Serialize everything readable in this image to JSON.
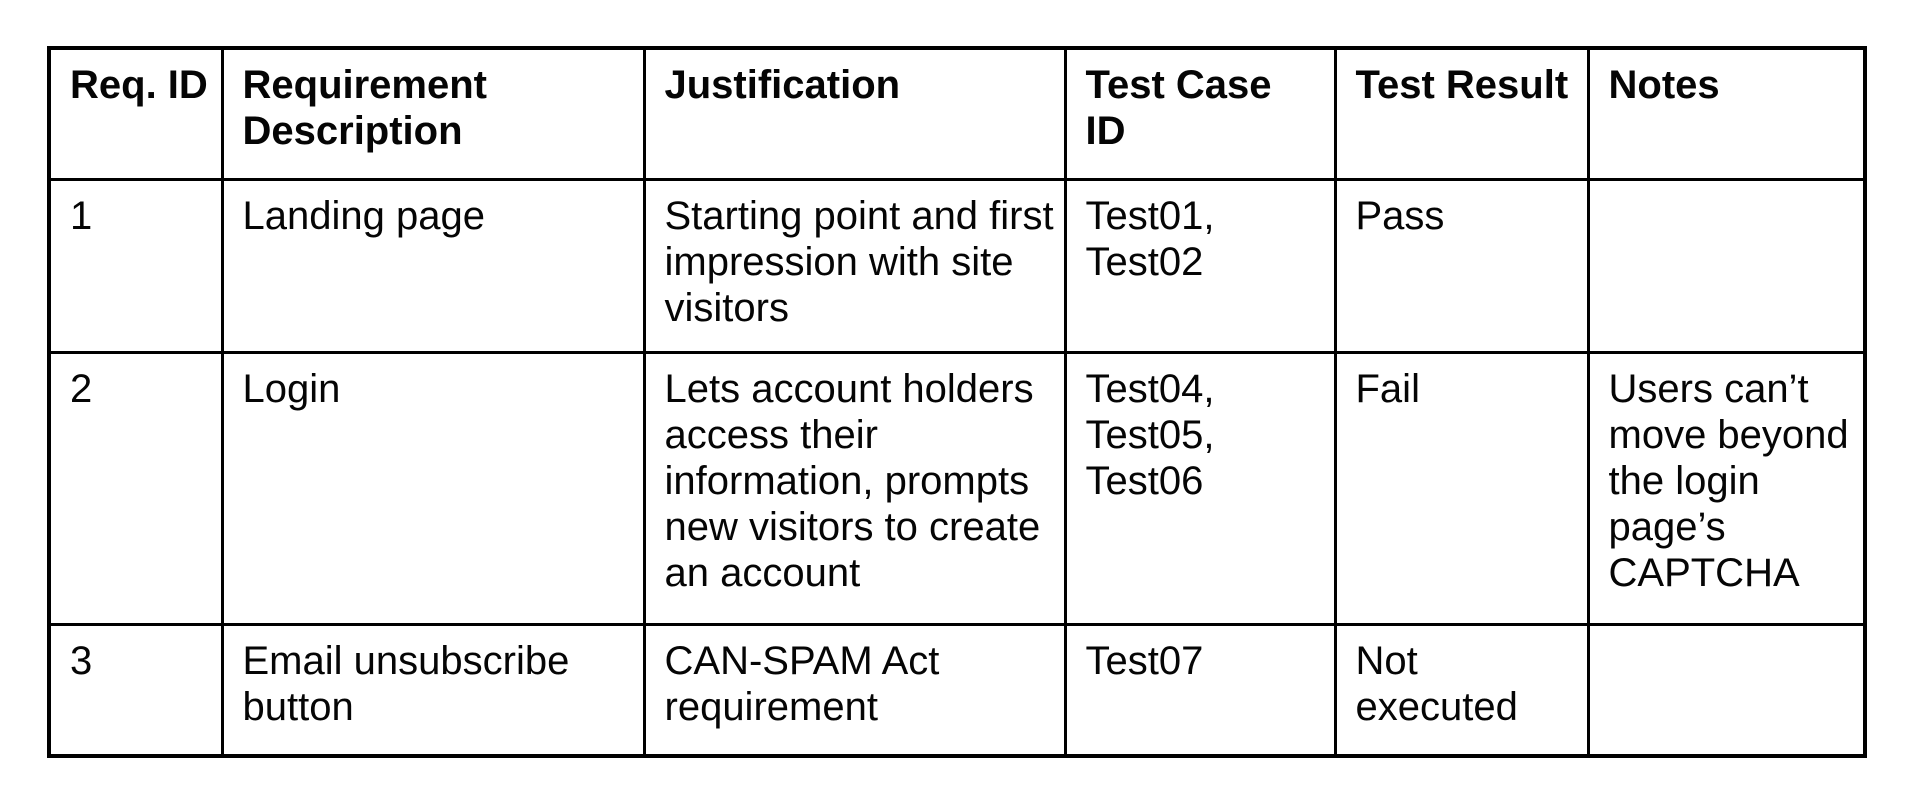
{
  "document": {
    "type": "requirements-traceability-table",
    "colors": {
      "border": "#000000",
      "text": "#050505",
      "background": "#ffffff"
    }
  },
  "table": {
    "headers": {
      "req_id": "Req. ID",
      "requirement_description": "Requirement\nDescription",
      "justification": "Justification",
      "test_case_id": "Test Case\nID",
      "test_result": "Test Result",
      "notes": "Notes"
    },
    "rows": [
      {
        "req_id": "1",
        "requirement_description": "Landing page",
        "justification": "Starting point and first\nimpression with site\nvisitors",
        "test_case_id": "Test01,\nTest02",
        "test_result": "Pass",
        "notes": ""
      },
      {
        "req_id": "2",
        "requirement_description": "Login",
        "justification": "Lets account holders\naccess their\ninformation, prompts\nnew visitors to create\nan account",
        "test_case_id": "Test04,\nTest05,\nTest06",
        "test_result": "Fail",
        "notes": "Users can’t\nmove beyond\nthe login\npage’s\nCAPTCHA"
      },
      {
        "req_id": "3",
        "requirement_description": "Email unsubscribe\nbutton",
        "justification": "CAN-SPAM Act\nrequirement",
        "test_case_id": "Test07",
        "test_result": "Not\nexecuted",
        "notes": ""
      }
    ]
  }
}
